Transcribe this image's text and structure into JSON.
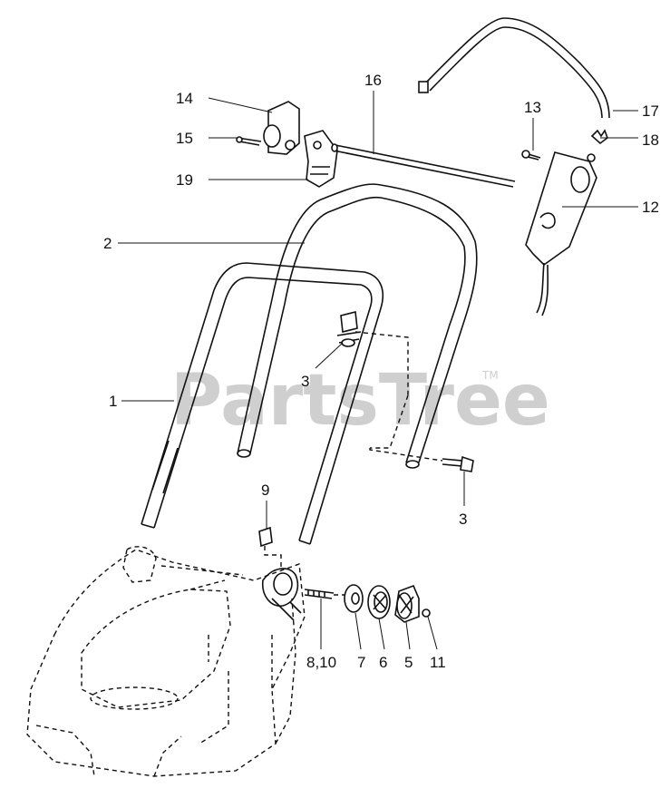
{
  "watermark": {
    "text": "PartsTree",
    "tm": "TM"
  },
  "callouts": [
    {
      "id": "c14",
      "text": "14"
    },
    {
      "id": "c15",
      "text": "15"
    },
    {
      "id": "c19",
      "text": "19"
    },
    {
      "id": "c16",
      "text": "16"
    },
    {
      "id": "c13",
      "text": "13"
    },
    {
      "id": "c17",
      "text": "17"
    },
    {
      "id": "c18",
      "text": "18"
    },
    {
      "id": "c12",
      "text": "12"
    },
    {
      "id": "c2",
      "text": "2"
    },
    {
      "id": "c3a",
      "text": "3"
    },
    {
      "id": "c1",
      "text": "1"
    },
    {
      "id": "c3b",
      "text": "3"
    },
    {
      "id": "c9",
      "text": "9"
    },
    {
      "id": "c810",
      "text": "8,10"
    },
    {
      "id": "c7",
      "text": "7"
    },
    {
      "id": "c6",
      "text": "6"
    },
    {
      "id": "c5",
      "text": "5"
    },
    {
      "id": "c11",
      "text": "11"
    }
  ]
}
